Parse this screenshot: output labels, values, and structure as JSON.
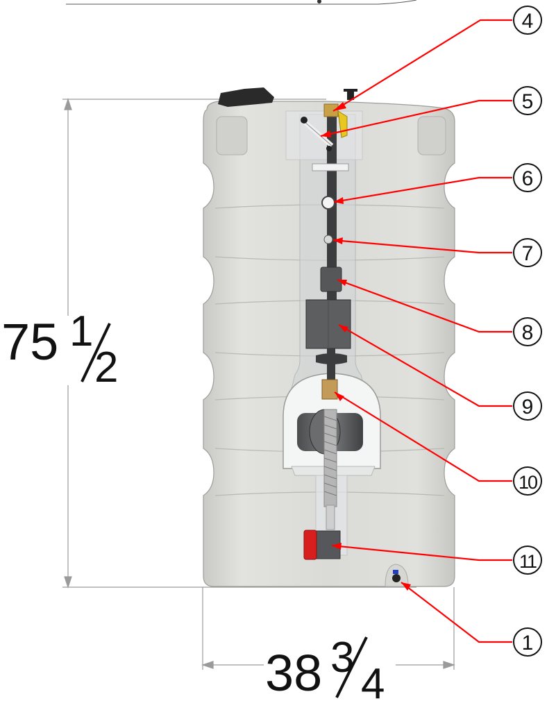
{
  "dimensions": {
    "height": {
      "whole": "75",
      "num": "1",
      "den": "2"
    },
    "width": {
      "whole": "38",
      "num": "3",
      "den": "4"
    }
  },
  "callouts": [
    {
      "id": "4",
      "label": "4"
    },
    {
      "id": "5",
      "label": "5"
    },
    {
      "id": "6",
      "label": "6"
    },
    {
      "id": "7",
      "label": "7"
    },
    {
      "id": "8",
      "label": "8"
    },
    {
      "id": "9",
      "label": "9"
    },
    {
      "id": "10",
      "label": "10"
    },
    {
      "id": "11",
      "label": "11"
    },
    {
      "id": "1",
      "label": "1"
    }
  ],
  "colors": {
    "leader": "#ff0000",
    "tank_body": "#dcdcd8",
    "tank_shadow": "#c4c4c0",
    "pipe": "#3a3c3e",
    "valve_red": "#d81e1e",
    "brass": "#c8a045"
  }
}
